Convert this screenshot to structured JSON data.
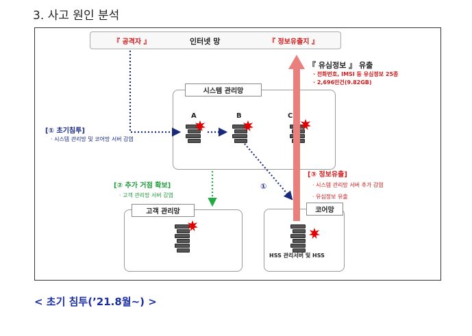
{
  "heading": "3. 사고 원인 분석",
  "caption": "< 초기 침투(’21.8월~) >",
  "internet": {
    "attacker": "『 공격자 』",
    "network": "인터넷 망",
    "leak_site": "『 정보유출지 』"
  },
  "leak_info": {
    "title": "『 유심정보 』 유출",
    "items": [
      "· 전화번호, IMSI 등 유심정보 25종",
      "· 2,696만건(9.82GB)"
    ]
  },
  "system_net": {
    "title": "시스템 관리망",
    "servers": [
      "A",
      "B",
      "C"
    ]
  },
  "step1": {
    "title": "[① 초기침투]",
    "desc": "· 시스템 관리망 및 코어망 서버 감염"
  },
  "step2": {
    "title": "[② 추가 거점 확보]",
    "desc": "· 고객 관리망 서버 감염"
  },
  "step3": {
    "title": "[③ 정보유출]",
    "items": [
      "· 시스템 관리망 서버 추가 감염",
      "· 유심정보 유출"
    ]
  },
  "step1_marker": "①",
  "customer_net": {
    "title": "고객 관리망"
  },
  "core_net": {
    "title": "코어망",
    "server_label": "HSS 관리서버 및 HSS"
  },
  "colors": {
    "arrow_blue": "#1a2a7a",
    "arrow_green": "#22aa44",
    "leak_arrow": "#e8807d",
    "burst": "#e00000"
  }
}
